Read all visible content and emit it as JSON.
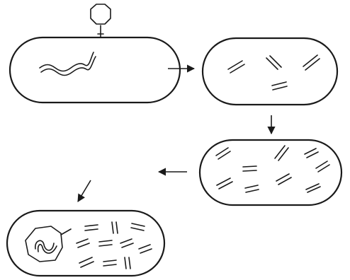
{
  "figure": {
    "description_visible_text": "",
    "stages": [
      {
        "id": "phage-attachment",
        "contains": [
          "phage",
          "phage-dna"
        ]
      },
      {
        "id": "dna-replication",
        "contains": [
          "dna-fragments"
        ]
      },
      {
        "id": "dna-accumulation",
        "contains": [
          "dna-fragments"
        ]
      },
      {
        "id": "phage-assembly",
        "contains": [
          "assembled-phage-head",
          "dna-fragments"
        ]
      }
    ],
    "colors": {
      "line": "#1a1a1a",
      "background": "#ffffff"
    }
  }
}
